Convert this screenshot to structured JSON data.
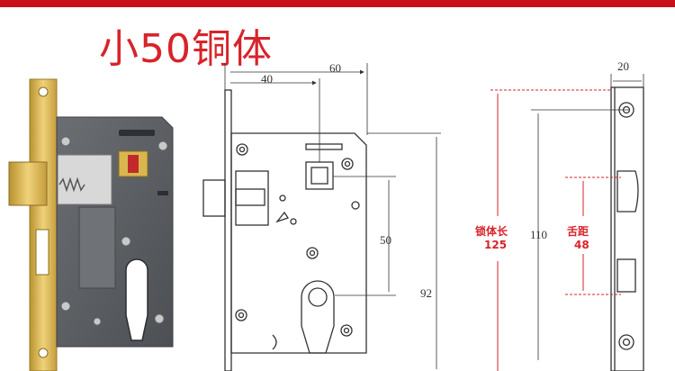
{
  "title": "小50铜体",
  "dimensions": {
    "d40": "40",
    "d60": "60",
    "d20": "20",
    "d50": "50",
    "d92": "92",
    "d110": "110"
  },
  "labels": {
    "body_length_label": "锁体长",
    "body_length_value": "125",
    "tongue_label": "舌距",
    "tongue_value": "48"
  },
  "colors": {
    "accent": "#d8232a",
    "brass": "#d9b64f",
    "steel": "#5d6064",
    "line": "#333333"
  }
}
